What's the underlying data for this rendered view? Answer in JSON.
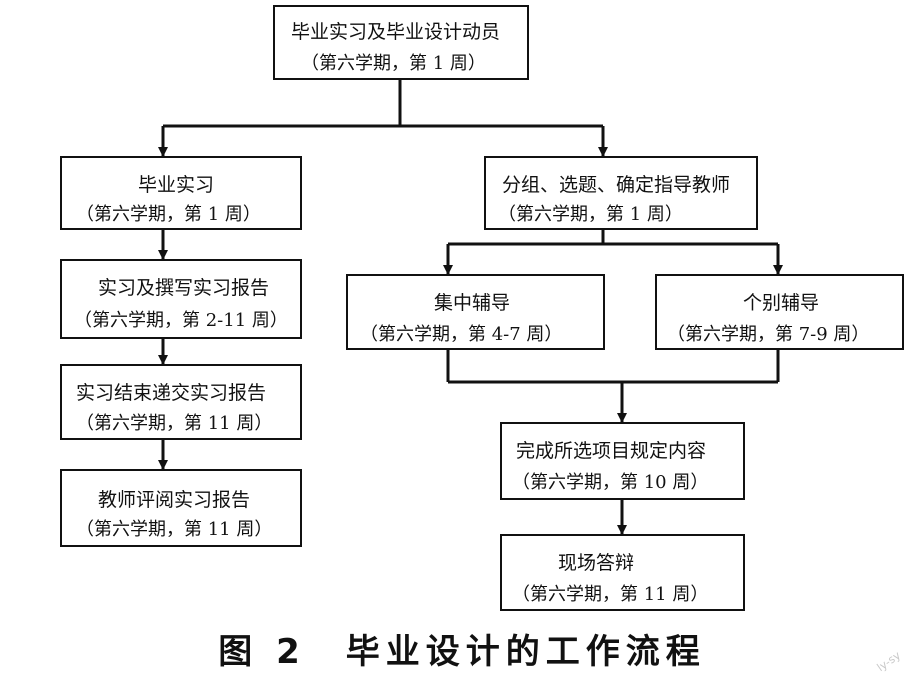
{
  "flow": {
    "mobilization": {
      "title": "毕业实习及毕业设计动员",
      "period": "（第六学期，第 1 周）"
    },
    "internship": {
      "title": "毕业实习",
      "period": "（第六学期，第 1 周）"
    },
    "report_writing": {
      "title": "实习及撰写实习报告",
      "period": "（第六学期，第 2-11 周）"
    },
    "report_submit": {
      "title": "实习结束递交实习报告",
      "period": "（第六学期，第 11 周）"
    },
    "report_review": {
      "title": "教师评阅实习报告",
      "period": "（第六学期，第 11 周）"
    },
    "grouping": {
      "title": "分组、选题、确定指导教师",
      "period": "（第六学期，第 1 周）"
    },
    "group_guidance": {
      "title": "集中辅导",
      "period": "（第六学期，第 4-7 周）"
    },
    "individual_guidance": {
      "title": "个别辅导",
      "period": "（第六学期，第 7-9 周）"
    },
    "completion": {
      "title": "完成所选项目规定内容",
      "period": "（第六学期，第 10 周）"
    },
    "defense": {
      "title": "现场答辩",
      "period": "（第六学期，第 11 周）"
    }
  },
  "caption": {
    "number": "图 2",
    "text": "毕业设计的工作流程"
  },
  "watermark": "ly-sy"
}
